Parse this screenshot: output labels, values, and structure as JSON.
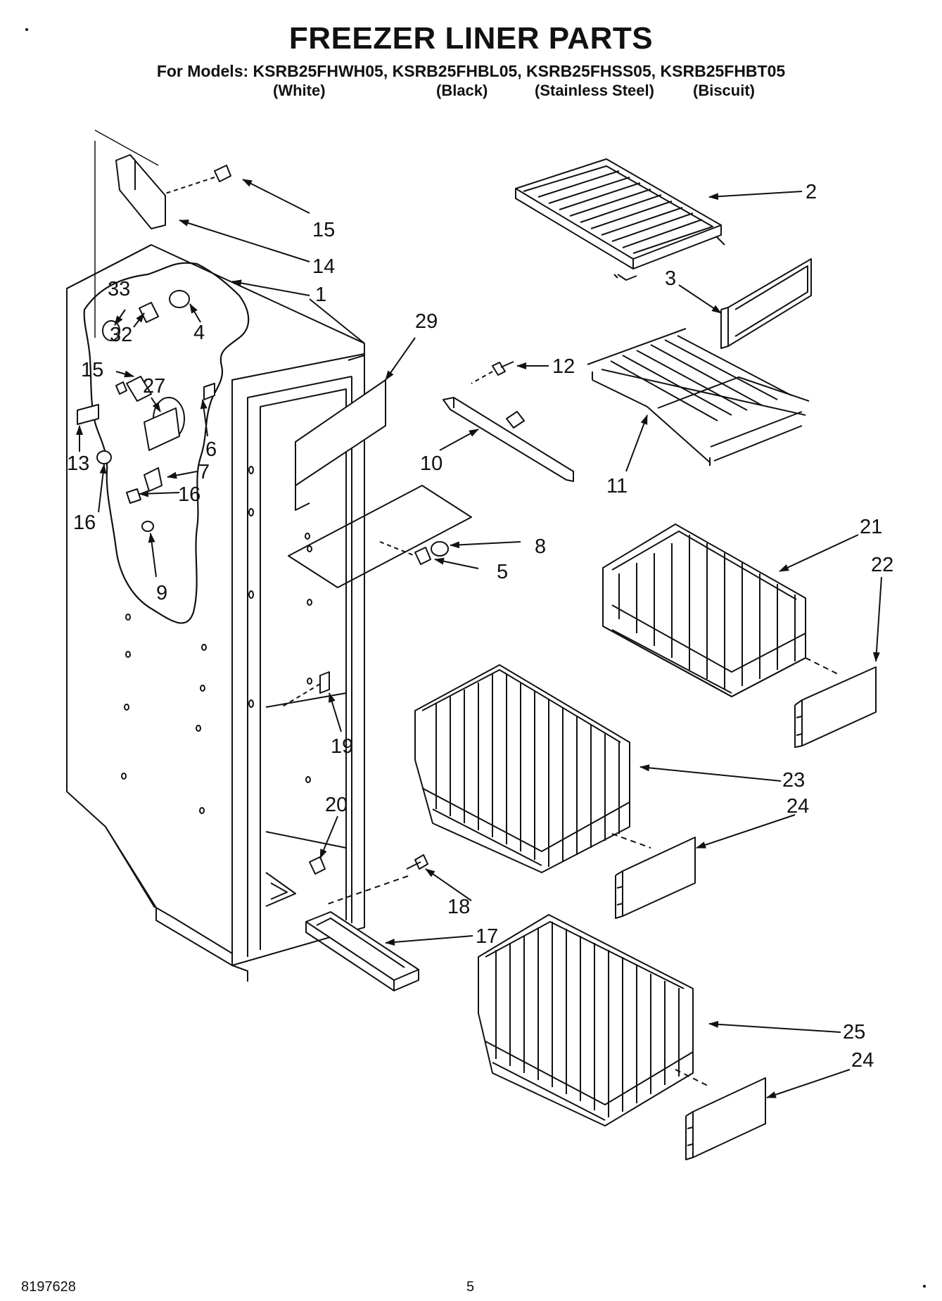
{
  "title": "FREEZER LINER PARTS",
  "models_line": "For Models: KSRB25FHWH05, KSRB25FHBL05, KSRB25FHSS05, KSRB25FHBT05",
  "variants": [
    "(White)",
    "(Black)",
    "(Stainless Steel)",
    "(Biscuit)"
  ],
  "callouts": [
    "2",
    "3",
    "12",
    "10",
    "11",
    "21",
    "22",
    "23",
    "24",
    "25",
    "24",
    "17",
    "18",
    "20",
    "19",
    "29",
    "15",
    "14",
    "1",
    "33",
    "4",
    "32",
    "15",
    "27",
    "6",
    "13",
    "7",
    "16",
    "16",
    "9",
    "8",
    "5"
  ],
  "footer": {
    "doc_number": "8197628",
    "page_number": "5"
  }
}
